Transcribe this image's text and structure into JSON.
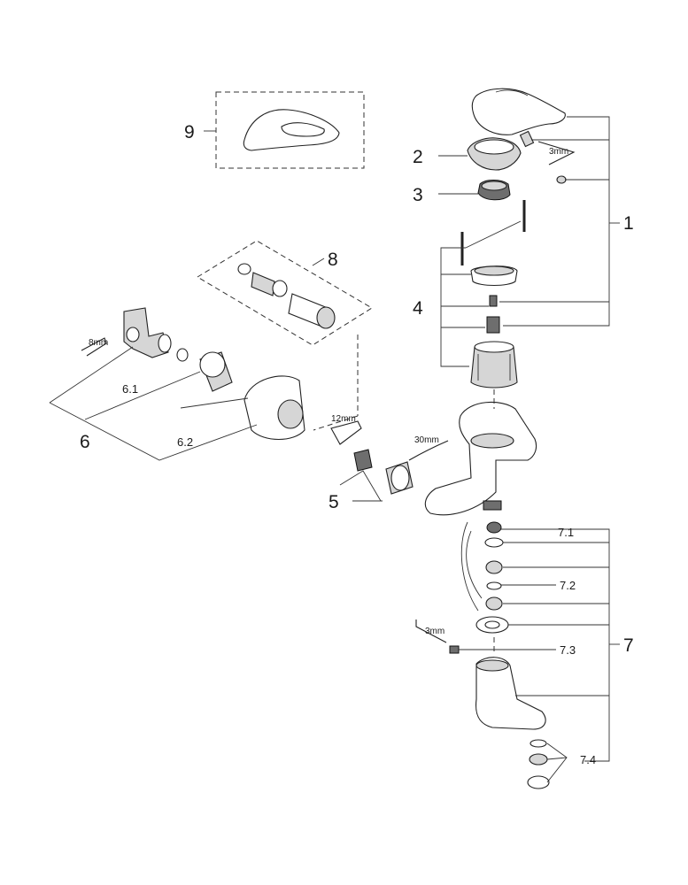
{
  "callouts": {
    "c1": "1",
    "c2": "2",
    "c3": "3",
    "c4": "4",
    "c5": "5",
    "c6": "6",
    "c6_1": "6.1",
    "c6_2": "6.2",
    "c7": "7",
    "c7_1": "7.1",
    "c7_2": "7.2",
    "c7_3": "7.3",
    "c7_4": "7.4",
    "c8": "8",
    "c9": "9"
  },
  "tool_sizes": {
    "hex_key_top": "3mm",
    "hex_key_left": "8mm",
    "hex_key_middle": "12mm",
    "spanner": "30mm",
    "hex_key_spout": "3mm"
  }
}
